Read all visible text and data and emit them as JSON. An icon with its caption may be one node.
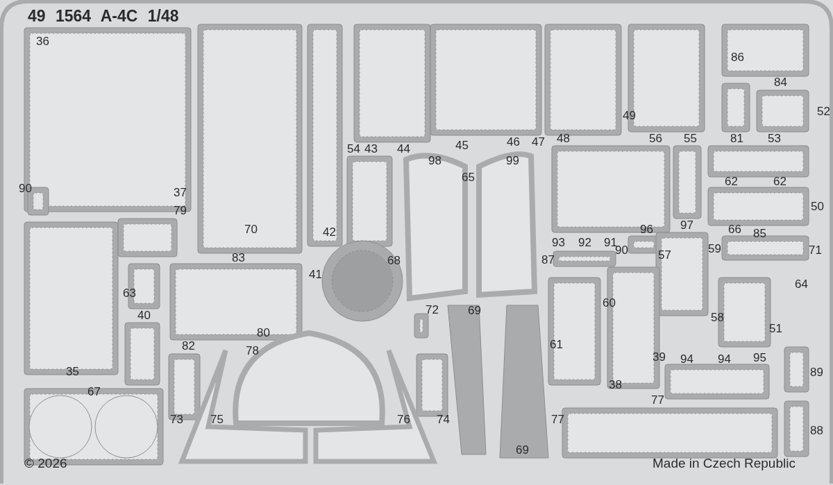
{
  "diagram": {
    "title": "49 1564 A-4C 1/48",
    "labels": [
      "36",
      "86",
      "84",
      "52",
      "49",
      "54",
      "43",
      "44",
      "45",
      "46",
      "47",
      "48",
      "56",
      "55",
      "81",
      "53",
      "98",
      "99",
      "65",
      "62",
      "62",
      "90",
      "37",
      "50",
      "79",
      "70",
      "42",
      "96",
      "97",
      "66",
      "85",
      "83",
      "68",
      "87",
      "93",
      "92",
      "91",
      "90",
      "57",
      "59",
      "71",
      "63",
      "41",
      "64",
      "40",
      "72",
      "69",
      "60",
      "58",
      "82",
      "78",
      "80",
      "61",
      "39",
      "94",
      "94",
      "95",
      "51",
      "35",
      "89",
      "67",
      "38",
      "77",
      "73",
      "75",
      "76",
      "74",
      "77",
      "88",
      "69",
      "© 2026",
      "Made in Czech Republic"
    ]
  }
}
